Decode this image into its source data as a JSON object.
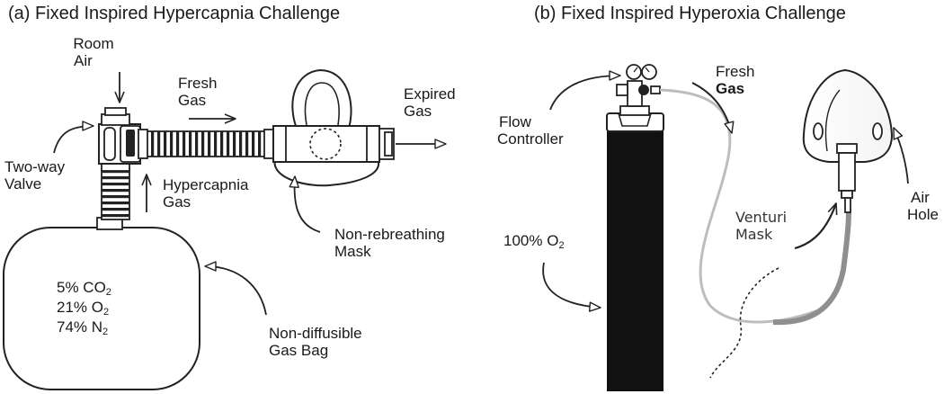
{
  "panel_a": {
    "title": "(a) Fixed Inspired Hypercapnia Challenge",
    "room_air": [
      "Room",
      "Air"
    ],
    "fresh_gas": [
      "Fresh",
      "Gas"
    ],
    "expired_gas": [
      "Expired",
      "Gas"
    ],
    "two_way_valve": [
      "Two-way",
      "Valve"
    ],
    "hypercapnia_gas": [
      "Hypercapnia",
      "Gas"
    ],
    "non_rebreathing_mask": [
      "Non-rebreathing",
      "Mask"
    ],
    "non_diffusible_gas_bag": [
      "Non-diffusible",
      "Gas Bag"
    ],
    "bag_contents": [
      {
        "value": "5% CO",
        "subscript": "2"
      },
      {
        "value": "21% O",
        "subscript": "2"
      },
      {
        "value": "74% N",
        "subscript": "2"
      }
    ]
  },
  "panel_b": {
    "title": "(b) Fixed Inspired Hyperoxia Challenge",
    "flow_controller": [
      "Flow",
      "Controller"
    ],
    "fresh_gas": [
      "Fresh",
      "Gas"
    ],
    "air_hole": [
      "Air",
      "Hole"
    ],
    "venturi_mask": [
      "Venturi",
      "Mask"
    ],
    "oxygen": {
      "value": "100% O",
      "subscript": "2"
    }
  }
}
